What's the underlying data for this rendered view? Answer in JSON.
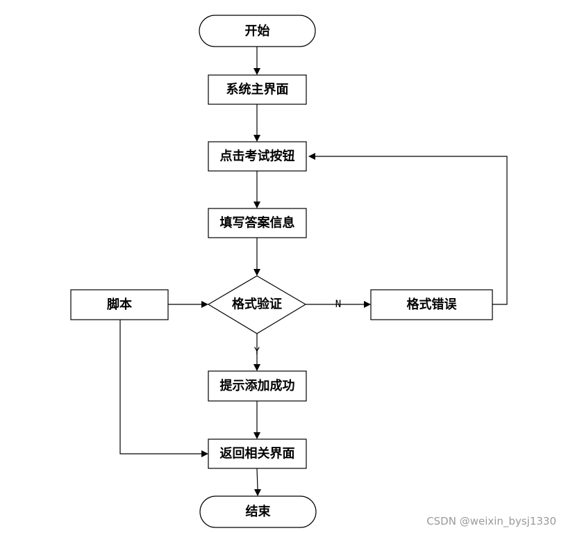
{
  "diagram": {
    "nodes": {
      "start": "开始",
      "main_screen": "系统主界面",
      "click_exam": "点击考试按钮",
      "fill_answers": "填写答案信息",
      "format_check": "格式验证",
      "format_error": "格式错误",
      "script": "脚本",
      "success_prompt": "提示添加成功",
      "return_page": "返回相关界面",
      "end": "结束"
    },
    "edge_labels": {
      "no": "N",
      "yes": "Y"
    }
  },
  "watermark": "CSDN @weixin_bysj1330"
}
